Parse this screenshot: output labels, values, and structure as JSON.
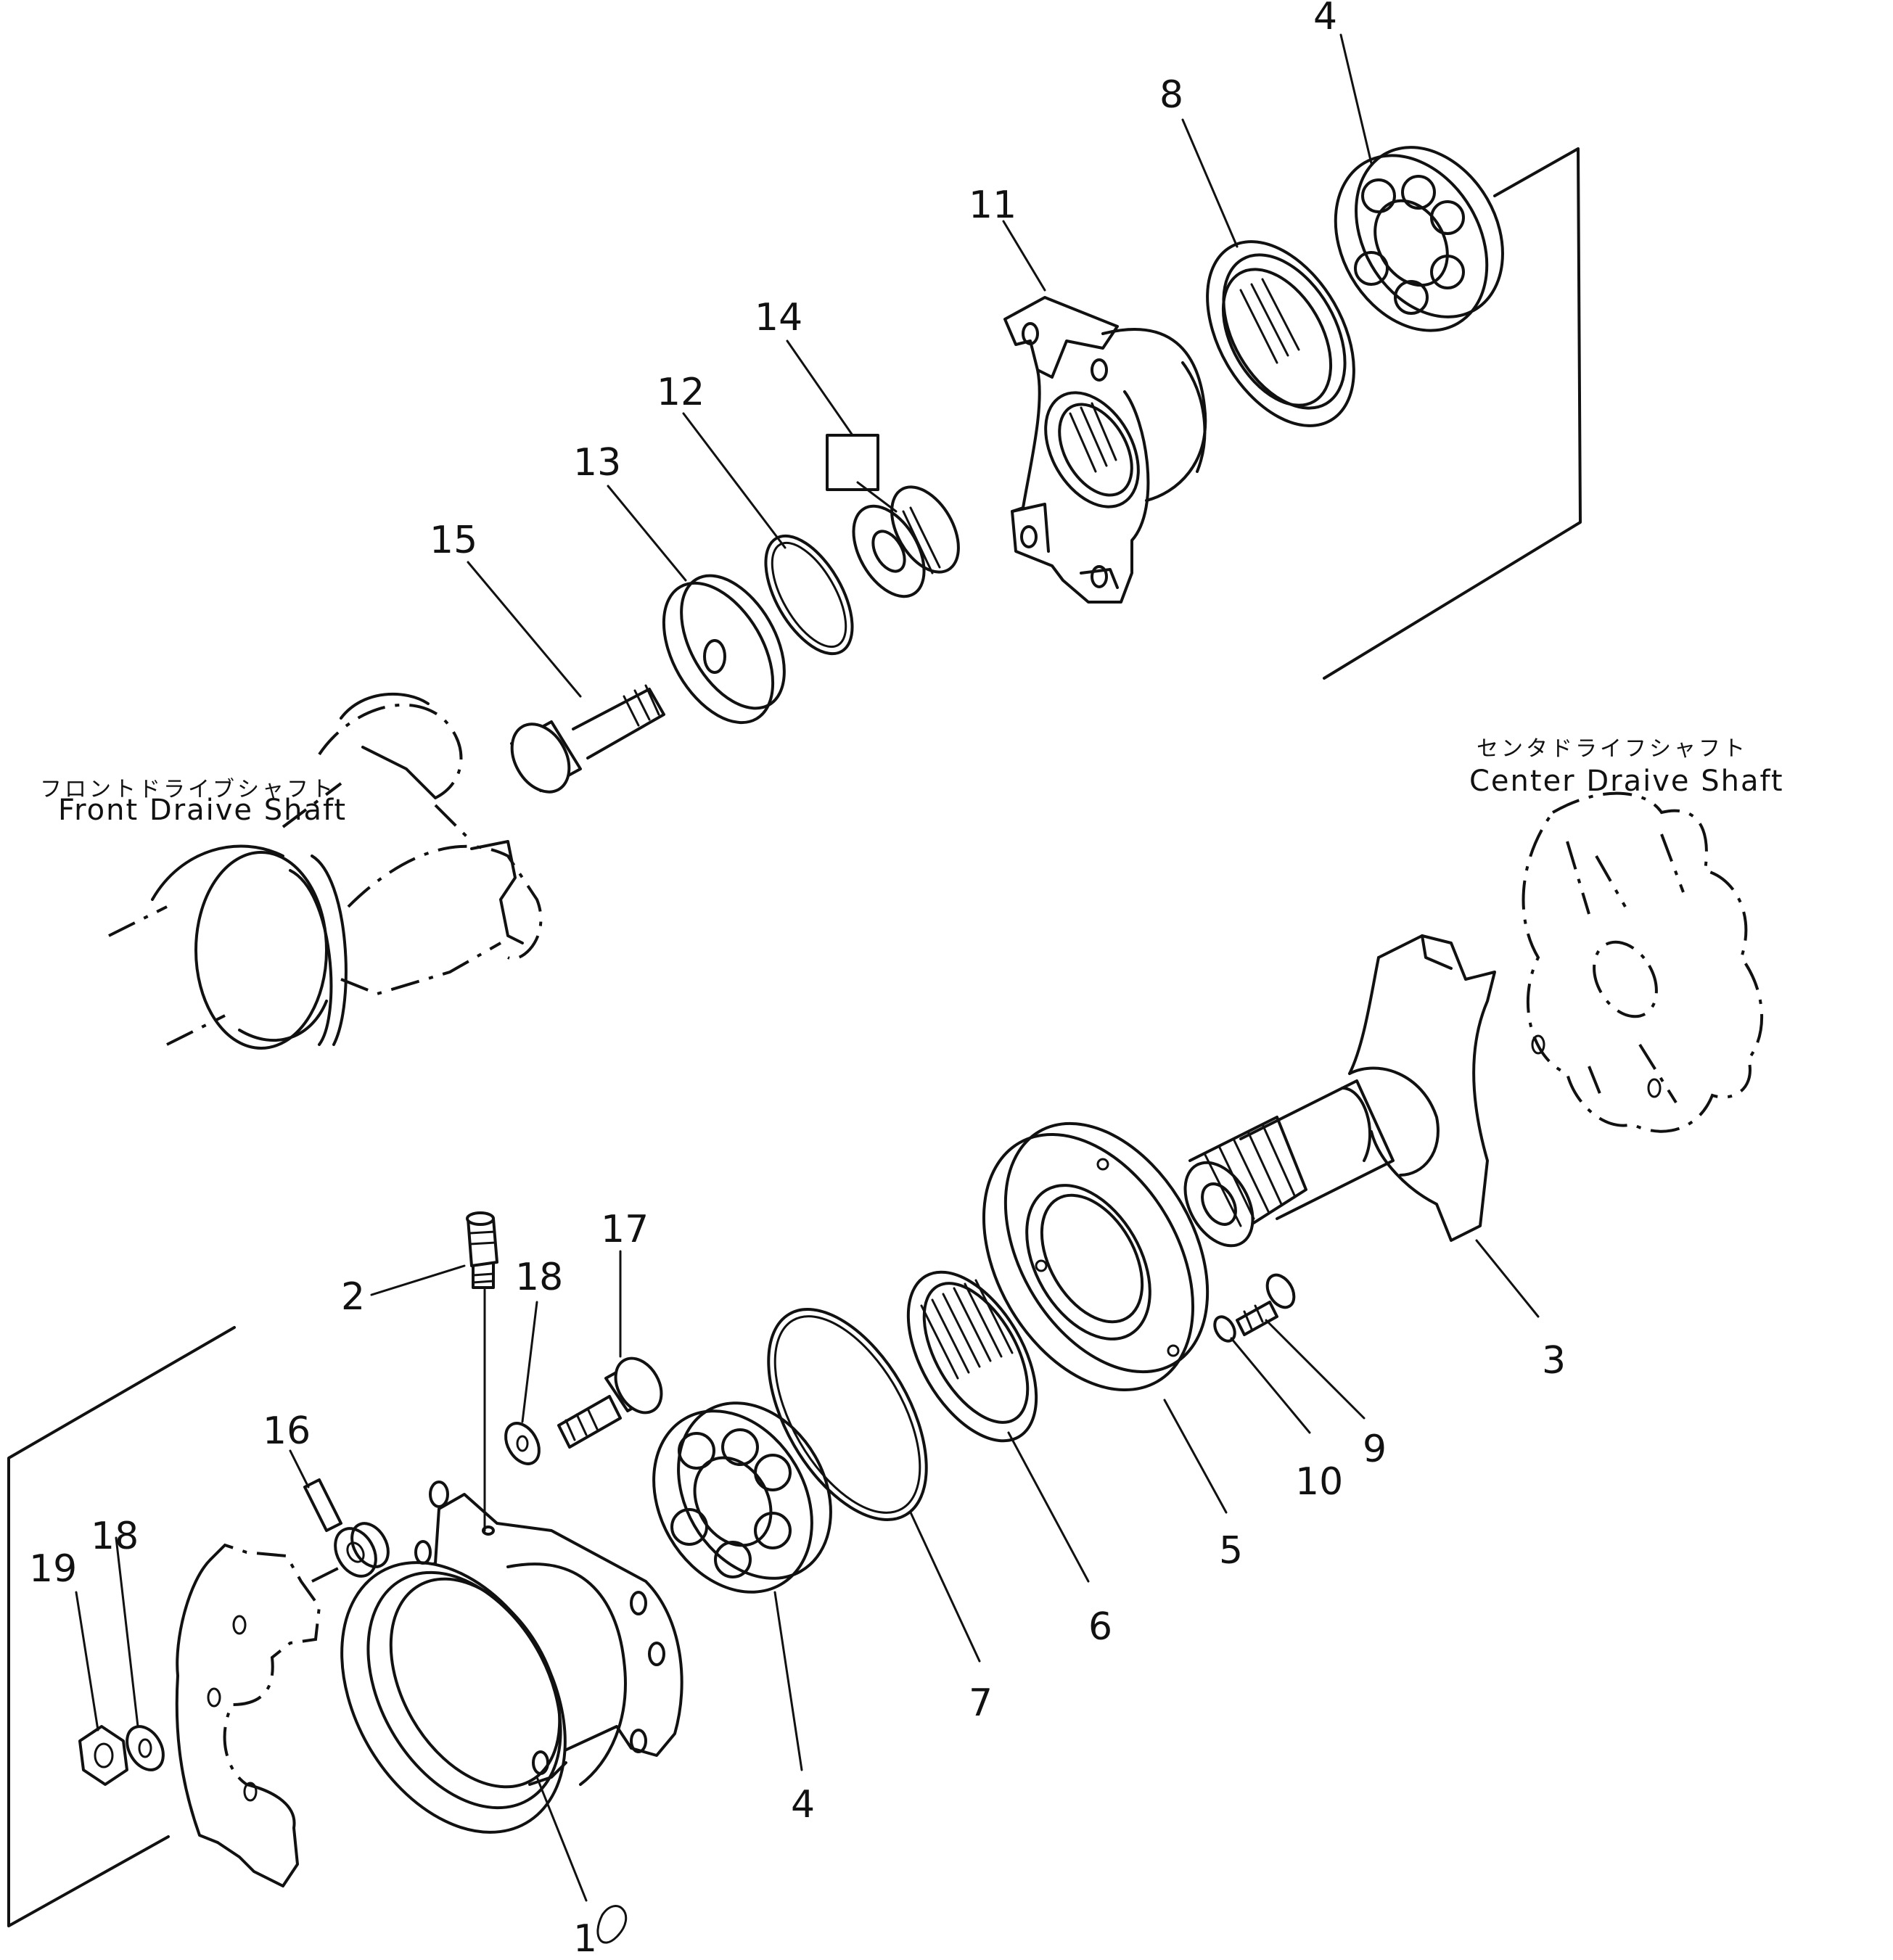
{
  "captions": {
    "front_jp": "フロントドライブシャフト",
    "front_en": "Front Draive Shaft",
    "center_jp": "センタドライフシャフト",
    "center_en": "Center Draive Shaft"
  },
  "callouts": [
    "4",
    "8",
    "11",
    "14",
    "12",
    "13",
    "15",
    "3",
    "9",
    "10",
    "5",
    "6",
    "7",
    "4",
    "1",
    "2",
    "18",
    "17",
    "16",
    "18",
    "19"
  ]
}
